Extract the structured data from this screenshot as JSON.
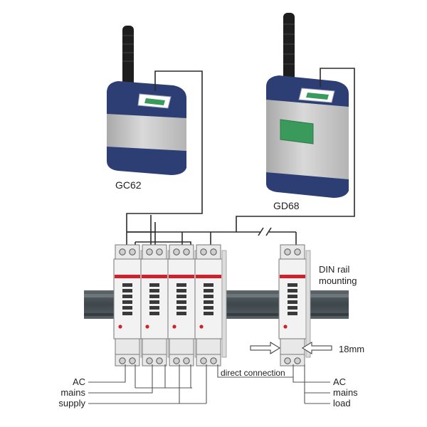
{
  "devices": [
    {
      "label": "GC62",
      "has_display": false
    },
    {
      "label": "GD68",
      "has_display": true
    }
  ],
  "din_rail": {
    "label_line1": "DIN rail",
    "label_line2": "mounting"
  },
  "width_label": "18mm",
  "direct_connection_label": "direct connection",
  "left_supply": {
    "line1": "AC",
    "line2": "mains",
    "line3": "supply"
  },
  "right_load": {
    "line1": "AC",
    "line2": "mains",
    "line3": "load"
  },
  "colors": {
    "device_top": "#2c3e73",
    "device_body": "#c8c8c8",
    "screen": "#3a9a5c",
    "rail": "#4a5257",
    "relay_red": "#d0202a",
    "led_red": "#d0202a"
  },
  "icons": {
    "arrow_left": "arrow-right-icon",
    "arrow_right": "arrow-left-icon"
  }
}
